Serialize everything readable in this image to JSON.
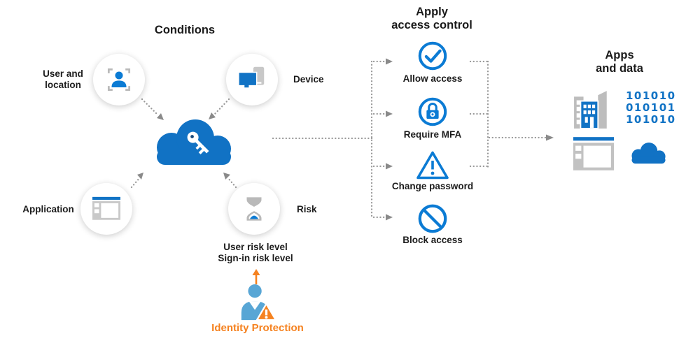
{
  "titles": {
    "conditions": "Conditions",
    "apply_line1": "Apply",
    "apply_line2": "access control",
    "apps_line1": "Apps",
    "apps_line2": "and data"
  },
  "conditions": {
    "items": [
      {
        "id": "user-location",
        "label": "User and location"
      },
      {
        "id": "device",
        "label": "Device"
      },
      {
        "id": "application",
        "label": "Application"
      },
      {
        "id": "risk",
        "label": "Risk"
      }
    ]
  },
  "access_control": {
    "items": [
      {
        "id": "allow-access",
        "label": "Allow access"
      },
      {
        "id": "require-mfa",
        "label": "Require MFA"
      },
      {
        "id": "change-password",
        "label": "Change password"
      },
      {
        "id": "block-access",
        "label": "Block access"
      }
    ]
  },
  "risk_detail": {
    "line1": "User risk level",
    "line2": "Sign-in risk level"
  },
  "identity_protection": {
    "label": "Identity Protection"
  },
  "apps_data": {
    "binary_rows": [
      "101010",
      "010101",
      "101010"
    ]
  },
  "colors": {
    "icon_blue": "#0b7bd4",
    "solid_blue": "#1173c5",
    "icon_gray": "#b9b9b9",
    "connector_gray": "#999999",
    "arrowhead_gray": "#8a8a8a",
    "orange": "#f58220",
    "person_blue": "#58a6d5",
    "text": "#1c1c1c"
  }
}
